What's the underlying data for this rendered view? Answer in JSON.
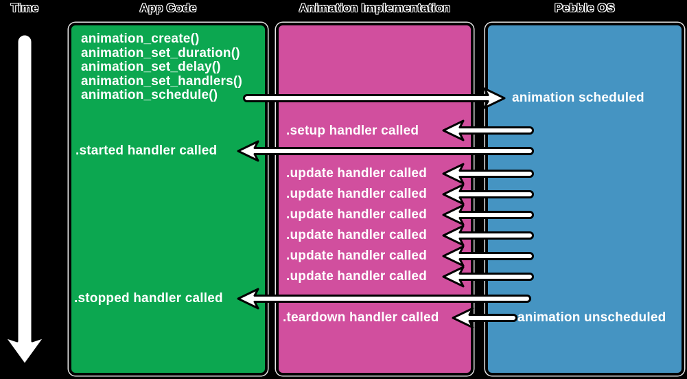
{
  "palette": {
    "background": "#000000",
    "app_code_green": "#0ca750",
    "implementation_magenta": "#d14f9e",
    "pebble_os_blue": "#4594c2",
    "lane_border": "#000000",
    "lane_outline": "#ffffff",
    "lane_text": "#ffffff",
    "header_text": "#000000",
    "header_outline": "#ffffff",
    "arrow_fill": "#ffffff",
    "arrow_stroke": "#000000"
  },
  "headers": {
    "time": "Time",
    "app_code": "App Code",
    "animation_implementation": "Animation Implementation",
    "pebble_os": "Pebble OS"
  },
  "app_code": {
    "functions": [
      "animation_create()",
      "animation_set_duration()",
      "animation_set_delay()",
      "animation_set_handlers()",
      "animation_schedule()"
    ],
    "events": {
      "started": ".started handler called",
      "stopped": ".stopped handler called"
    }
  },
  "animation_implementation": {
    "events": {
      "setup": ".setup handler called",
      "updates": [
        ".update handler called",
        ".update handler called",
        ".update handler called",
        ".update handler called",
        ".update handler called",
        ".update handler called"
      ],
      "teardown": ".teardown handler called"
    }
  },
  "pebble_os": {
    "events": {
      "scheduled": "animation scheduled",
      "unscheduled": "animation unscheduled"
    }
  },
  "arrows": {
    "time": {
      "direction": "down"
    },
    "schedule": {
      "from": "app_code",
      "to": "pebble_os",
      "direction": "right"
    },
    "setup": {
      "from": "pebble_os",
      "to": "animation_implementation",
      "direction": "left"
    },
    "started": {
      "from": "pebble_os",
      "to": "app_code",
      "direction": "left"
    },
    "updates_count": 6,
    "stopped": {
      "from": "pebble_os",
      "to": "app_code",
      "direction": "left"
    },
    "teardown": {
      "from": "pebble_os",
      "to": "animation_implementation",
      "direction": "left"
    }
  }
}
